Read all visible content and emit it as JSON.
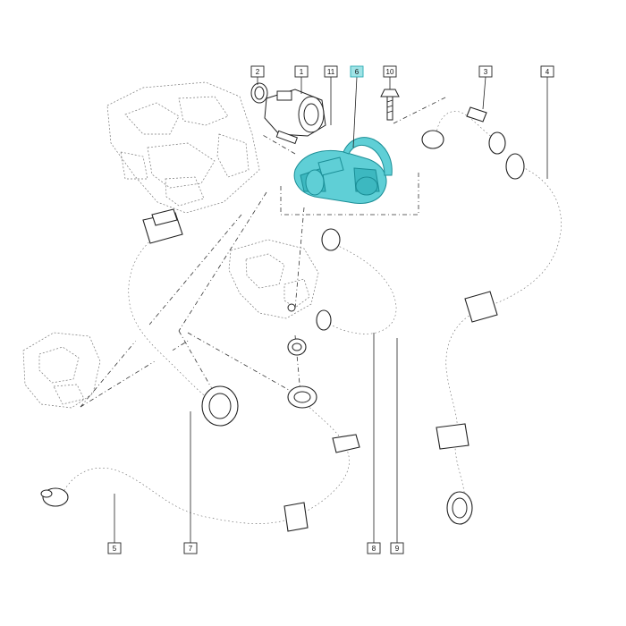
{
  "callouts": {
    "c2": "2",
    "c1": "1",
    "c11": "11",
    "c6": "6",
    "c10": "10",
    "c3": "3",
    "c4": "4",
    "c5": "5",
    "c7": "7",
    "c8": "8",
    "c9": "9"
  },
  "colors": {
    "highlight": "#5fcfd6",
    "highlight_box": "#9fe3e6",
    "line": "#222222"
  }
}
